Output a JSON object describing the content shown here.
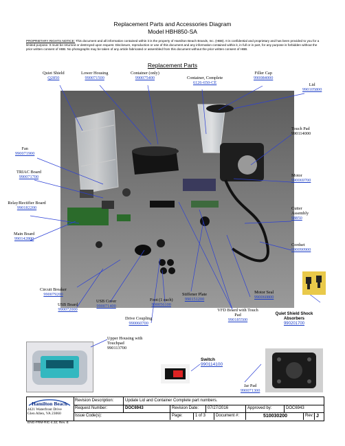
{
  "header": {
    "title": "Replacement Parts and Accessories Diagram",
    "model": "Model HBH850-SA",
    "proprietary_label": "PROPRIETARY RIGHTS NOTICE:",
    "proprietary_text": "This document and all information contained within it is the property of Hamilton Beach Brands, Inc. (HBB). It is confidential and proprietary and has been provided to you for a limited purpose. It must be returned or destroyed upon request. Disclosure, reproduction or use of this document and any information contained within it, in full or in part, for any purpose is forbidden without the prior written consent of HBB. No photographs may be taken of any article fabricated or assembled from this document without the prior written consent of HBB.",
    "section_title": "Replacement Parts"
  },
  "parts": [
    {
      "id": "quiet-shield",
      "name": "Quiet Shield",
      "number": "Q2850"
    },
    {
      "id": "lower-housing",
      "name": "Lower Housing",
      "number": "990071500"
    },
    {
      "id": "container-only",
      "name": "Container (only)",
      "number": "990075400"
    },
    {
      "id": "container-complete",
      "name": "Container, Complete",
      "number": "6126-650-CE"
    },
    {
      "id": "filler-cap",
      "name": "Filler Cap",
      "number": "990084000"
    },
    {
      "id": "lid",
      "name": "Lid",
      "number": "990105800"
    },
    {
      "id": "touch-pad",
      "name": "Touch Pad",
      "number": "990114000"
    },
    {
      "id": "fan",
      "name": "Fan",
      "number": "990071900"
    },
    {
      "id": "triac-board",
      "name": "TRIAC Board",
      "number": "990071700"
    },
    {
      "id": "relay-rectifier",
      "name": "Relay/Rectifier Board",
      "number": "990182200"
    },
    {
      "id": "main-board",
      "name": "Main Board",
      "number": "990142800"
    },
    {
      "id": "motor",
      "name": "Motor",
      "number": "990069700"
    },
    {
      "id": "cutter-assembly",
      "name": "Cutter Assembly",
      "number": "98850"
    },
    {
      "id": "cordset",
      "name": "Cordset",
      "number": "990090900"
    },
    {
      "id": "circuit-breaker",
      "name": "Circuit Breaker",
      "number": "990079200"
    },
    {
      "id": "usb-board",
      "name": "USB Board",
      "number": "990072000"
    },
    {
      "id": "usb-cover",
      "name": "USB Cover",
      "number": "990071400"
    },
    {
      "id": "drive-coupling",
      "name": "Drive Coupling",
      "number": "990060700"
    },
    {
      "id": "foot",
      "name": "Foot (1 each)",
      "number": "990056100"
    },
    {
      "id": "stiffener-plate",
      "name": "Stiffener Plate",
      "number": "990151200"
    },
    {
      "id": "vfd-board",
      "name": "VFD Board with Touch Pad",
      "number": "990185500"
    },
    {
      "id": "motor-seal",
      "name": "Motor Seal",
      "number": "990060800"
    },
    {
      "id": "quiet-shield-shock",
      "name": "Quiet Shield Shock Absorbers",
      "number": "990201700"
    },
    {
      "id": "upper-housing",
      "name": "Upper Housing with Touchpad",
      "number": "990113700"
    },
    {
      "id": "switch",
      "name": "Switch",
      "number": "990114100"
    },
    {
      "id": "jar-pad",
      "name": "Jar Pad",
      "number": "990071300"
    }
  ],
  "title_block": {
    "company": "Hamilton Beach",
    "address_line1": "4421 Waterfront Drive",
    "address_line2": "Glen Allen, VA 23060",
    "revision_description_label": "Revision Description:",
    "revision_description": "Update Lid and Container Complete part numbers.",
    "request_number_label": "Request Number:",
    "request_number": "DOC6943",
    "revision_date_label": "Revision Date:",
    "revision_date": "07/27/2016",
    "approved_by_label": "Approved by:",
    "approved_by": "DOC6943",
    "issue_codes_label": "Issue Code(s):",
    "page_label": "Page:",
    "page": "1 of 3",
    "document_label": "Document #:",
    "document": "510030200",
    "rev_label": "Rev:",
    "rev": "J",
    "form_code": "ENG-FRM-RIC-4.32; Rev. E"
  }
}
